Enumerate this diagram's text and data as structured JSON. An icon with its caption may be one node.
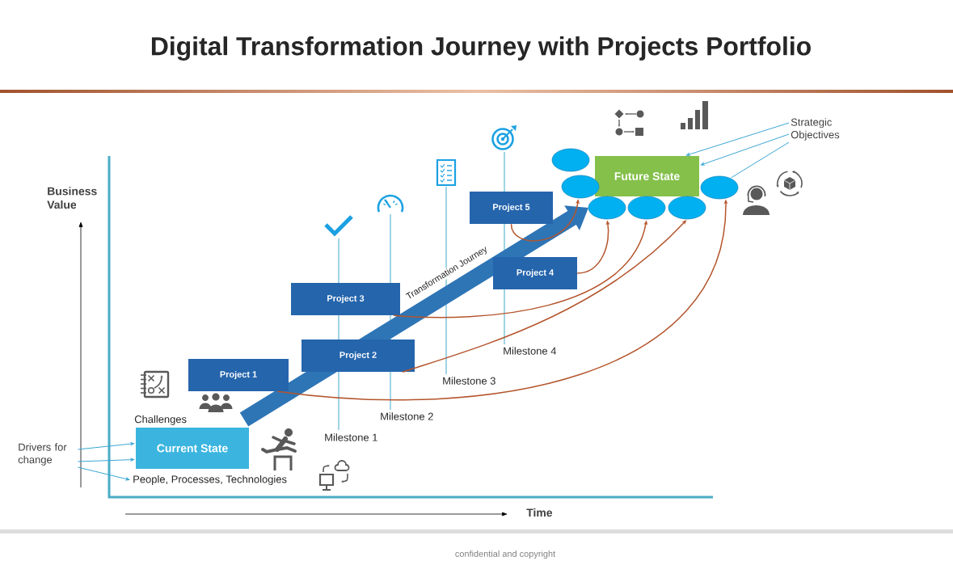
{
  "diagram": {
    "title": "Digital Transformation Journey with Projects Portfolio",
    "nodes": [
      {
        "text": [
          "Drivers for change"
        ]
      },
      {
        "text": [
          "Current State"
        ],
        "beside": [
          "Challenges"
        ]
      },
      {
        "text": [
          "People, Processes, Technologies"
        ]
      },
      {
        "text": [
          "Project 1"
        ]
      },
      {
        "text": [
          "Project 2"
        ]
      },
      {
        "text": [
          "Project 3"
        ]
      },
      {
        "text": [
          "Project 4"
        ]
      },
      {
        "text": [
          "Project 5"
        ]
      },
      {
        "text": [
          "Future State"
        ]
      },
      {
        "text": [],
        "shape": "ellipse"
      },
      {
        "text": [],
        "shape": "ellipse"
      },
      {
        "text": [],
        "shape": "ellipse"
      },
      {
        "text": [],
        "shape": "ellipse"
      },
      {
        "text": [],
        "shape": "ellipse"
      },
      {
        "text": [],
        "shape": "ellipse"
      },
      {
        "text": [
          "Strategic Objectives"
        ]
      }
    ],
    "edges": [
      {
        "from": 0,
        "to": 1,
        "arrow": "to"
      },
      {
        "from": 0,
        "to": 1,
        "arrow": "to"
      },
      {
        "from": 0,
        "to": 2,
        "arrow": "to"
      },
      {
        "from": 7,
        "to": 10,
        "arrow": "to",
        "color": "#b4552c"
      },
      {
        "from": 6,
        "to": 11,
        "arrow": "to",
        "color": "#b4552c"
      },
      {
        "from": 5,
        "to": 12,
        "arrow": "to",
        "color": "#b4552c"
      },
      {
        "from": 4,
        "to": 13,
        "arrow": "to",
        "color": "#b4552c"
      },
      {
        "from": 3,
        "to": 14,
        "arrow": "to",
        "color": "#b4552c"
      },
      {
        "from": 15,
        "to": 8,
        "arrow": "to"
      },
      {
        "from": 15,
        "to": 8,
        "arrow": "to"
      },
      {
        "from": 15,
        "to": 14,
        "arrow": "none"
      }
    ],
    "labels": [
      "Business Value",
      "Transformation Journey",
      "Milestone 4",
      "Milestone 3",
      "Milestone 2",
      "Milestone 1",
      "Time",
      "confidential and copyright"
    ]
  }
}
